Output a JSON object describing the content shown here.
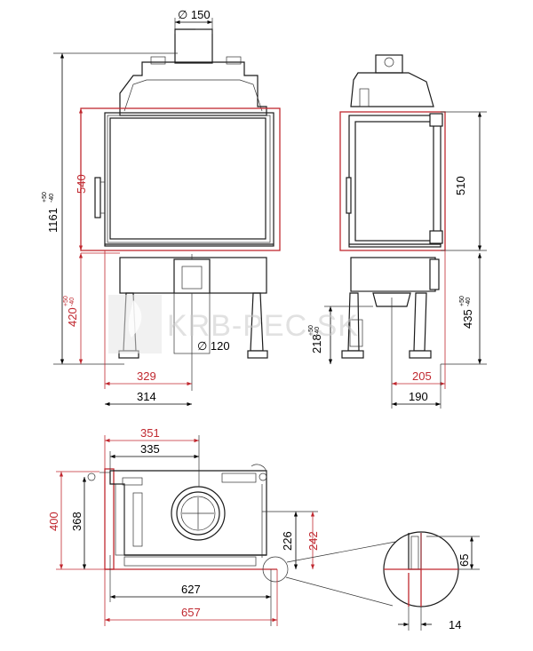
{
  "front_view": {
    "flue_diameter": "∅ 150",
    "total_height": "1161",
    "total_height_tol": [
      "+50",
      "-40"
    ],
    "door_height": "540",
    "base_height": "420",
    "base_height_tol": [
      "+50",
      "-40"
    ],
    "intake_diameter": "∅ 120",
    "width_329": "329",
    "width_314": "314"
  },
  "side_view": {
    "door_height": "510",
    "base_height": "435",
    "base_height_tol": [
      "+50",
      "-40"
    ],
    "intake_height": "218",
    "intake_height_tol": [
      "+50",
      "-40"
    ],
    "depth_205": "205",
    "depth_190": "190"
  },
  "top_view": {
    "width_351": "351",
    "width_335": "335",
    "height_400": "400",
    "height_368": "368",
    "height_226": "226",
    "height_242": "242",
    "width_627": "627",
    "width_657": "657"
  },
  "detail": {
    "height_65": "65",
    "width_14": "14"
  },
  "watermark": "KRB-PEC.SK",
  "colors": {
    "accent": "#c0282f",
    "line": "#1a1a1a",
    "watermark": "#c9c9c9"
  }
}
